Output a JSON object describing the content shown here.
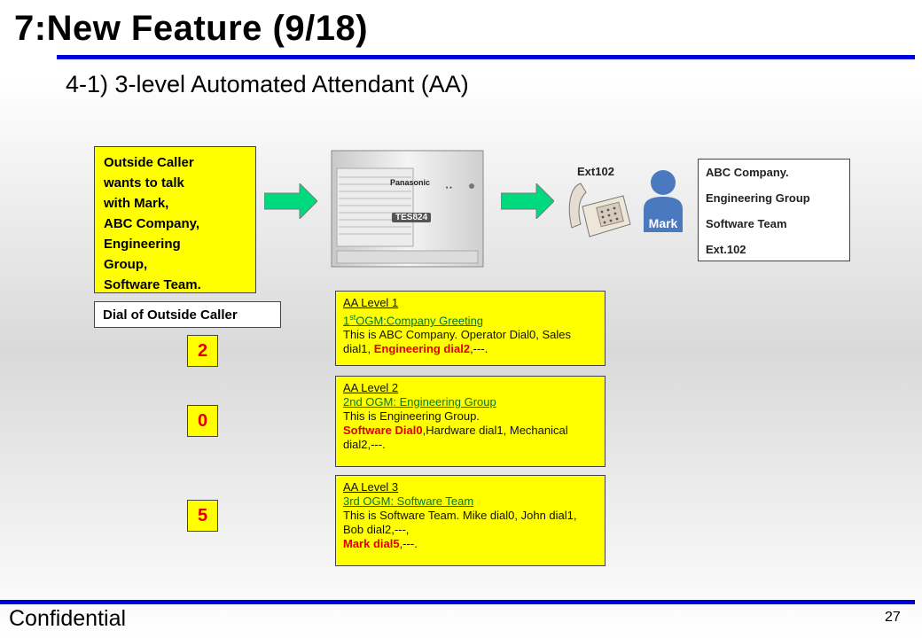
{
  "slide": {
    "title": "7:New Feature (9/18)",
    "subtitle": "4-1) 3-level Automated Attendant (AA)",
    "footer": "Confidential",
    "page_number": "27"
  },
  "caller": {
    "lines": [
      "Outside Caller",
      "wants to talk",
      "with Mark,",
      "ABC Company,",
      "Engineering",
      "Group,",
      "Software Team."
    ],
    "dial_label": "Dial of Outside Caller",
    "digits": [
      "2",
      "0",
      "5"
    ]
  },
  "pbx": {
    "brand": "Panasonic",
    "model": "TES824"
  },
  "extension": {
    "label": "Ext102",
    "person_name": "Mark"
  },
  "info": {
    "lines": [
      "ABC Company.",
      "Engineering Group",
      "Software Team",
      "Ext.102"
    ]
  },
  "aa_levels": [
    {
      "level": "AA Level 1",
      "ogm_prefix": "1",
      "ogm_sup": "st",
      "ogm_rest": "OGM:Company Greeting",
      "text": "This is ABC Company. Operator Dial0, Sales dial1, ",
      "highlight": "Engineering dial2",
      "after": ",---."
    },
    {
      "level": "AA Level 2",
      "ogm": "2nd OGM: Engineering Group",
      "text": "This is Engineering Group.",
      "highlight": "Software Dial0",
      "after": ",Hardware dial1, Mechanical dial2,---."
    },
    {
      "level": "AA Level 3",
      "ogm": "3rd OGM: Software Team",
      "text": "This is Software Team. Mike dial0, John dial1, Bob dial2,---,",
      "highlight": "Mark dial5",
      "after": ",---."
    }
  ],
  "colors": {
    "accent_rule": "#0000dd",
    "box_fill": "#ffff00",
    "arrow_fill": "#00d97e",
    "highlight": "#e00000",
    "ogm": "#007a2a",
    "person": "#4a79c0"
  }
}
